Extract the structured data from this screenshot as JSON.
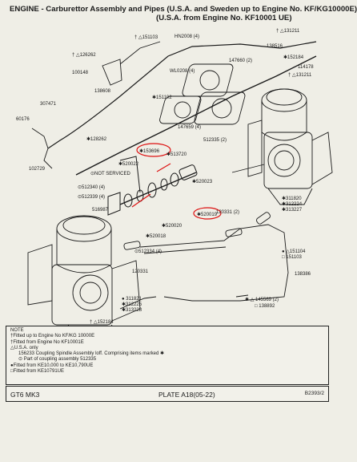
{
  "title": {
    "line1": "ENGINE - Carburettor Assembly and Pipes (U.S.A. and Sweden up to Engine No. KF/KG10000E)",
    "line2": "(U.S.A. from Engine No. KF10001 UE)"
  },
  "callouts": {
    "c151103": "† △151103",
    "c126262": "† △126262",
    "c100148": "100148",
    "c138608": "138608",
    "c307471": "307471",
    "c60176": "60176",
    "c102729": "102729",
    "c128262": "✱128262",
    "cHN2008": "HN2008 (4)",
    "cWL0208": "WL0208 (4)",
    "c151102": "✱151102",
    "c147660_2": "147660 (2)",
    "c138516": "138516",
    "c152184": "✱152184",
    "c114178": "114178",
    "c131211": "† △131211",
    "c131211b": "† △131211",
    "c147659": "147659 (4)",
    "c512335": "512335 (2)",
    "c153696": "✱153696",
    "c513720": "✱513720",
    "c520022": "✱520022",
    "c520023": "✱520023",
    "c520019": "✱520019",
    "cNotServ": "⊙NOT SERVICED",
    "c512340": "⊙512340 (4)",
    "c512339": "⊙512339 (4)",
    "c516987": "516987",
    "c520018": "✱520018",
    "c520020": "✱520020",
    "c512334": "⊙512334 (4)",
    "c120331_2": "120331 (2)",
    "c311820": "✱311820",
    "c312224": "✱312224",
    "c313227": "✱313227",
    "c120331": "120331",
    "c151104": "● △151104",
    "c151103b": "□ 151103",
    "c138386": "138386",
    "c311821": "● 311821",
    "c312225": "✱312225",
    "c313228": "✱313228",
    "c145569": "✱ △ 145569 (2)",
    "c138892": "□ 138892",
    "c152184b": "† △152184"
  },
  "notes": [
    "NOTE",
    "†Fitted up to Engine No KF/KG 10000E",
    "†Fitted from Engine No KF10001E",
    "△U.S.A. only",
    "156233 Coupling Spindle Assembly loff.  Comprising items marked ✱",
    "⊙ Part of coupling assembly 512335",
    "●Fitted from KE10,000 to KE10,790UE",
    "□Fitted from KE10791UE"
  ],
  "footer": {
    "model": "GT6 MK3",
    "plate": "PLATE A18(05-22)",
    "ref": "B2393/2"
  },
  "colors": {
    "paper": "#efeee6",
    "ink": "#1a1a1a",
    "highlight": "#d11111"
  }
}
